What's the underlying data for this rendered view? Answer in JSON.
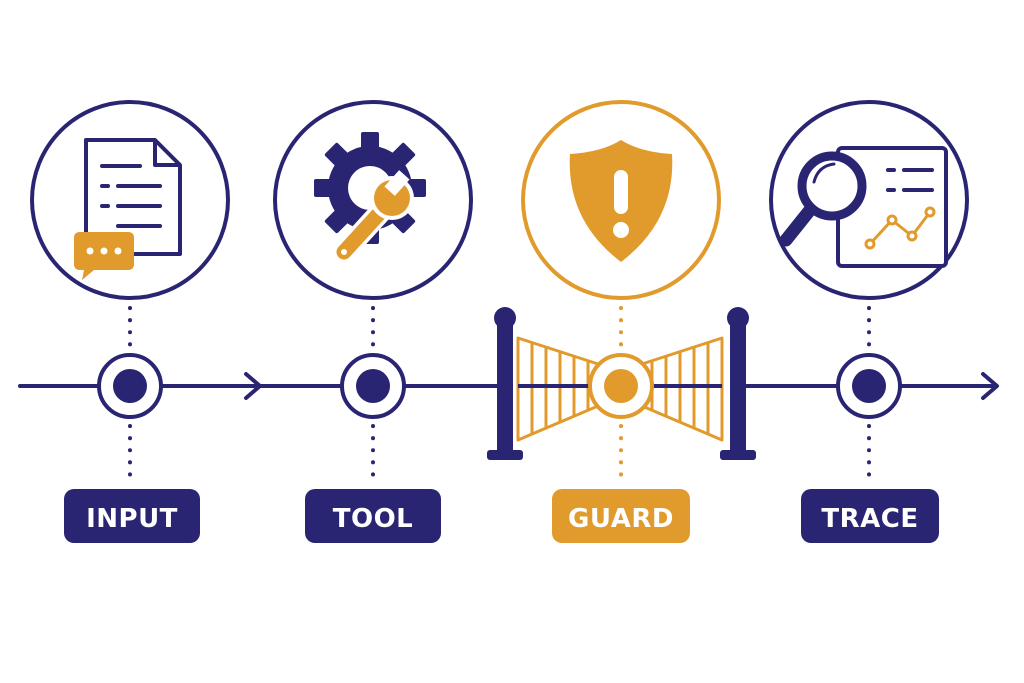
{
  "colors": {
    "navy": "#2a2573",
    "orange": "#e19a2c",
    "white": "#ffffff"
  },
  "stages": [
    {
      "label": "INPUT",
      "icon": "document-chat-icon",
      "accent": "navy"
    },
    {
      "label": "TOOL",
      "icon": "gear-wrench-icon",
      "accent": "navy"
    },
    {
      "label": "GUARD",
      "icon": "shield-alert-icon",
      "accent": "orange"
    },
    {
      "label": "TRACE",
      "icon": "magnifier-report-icon",
      "accent": "navy"
    }
  ]
}
